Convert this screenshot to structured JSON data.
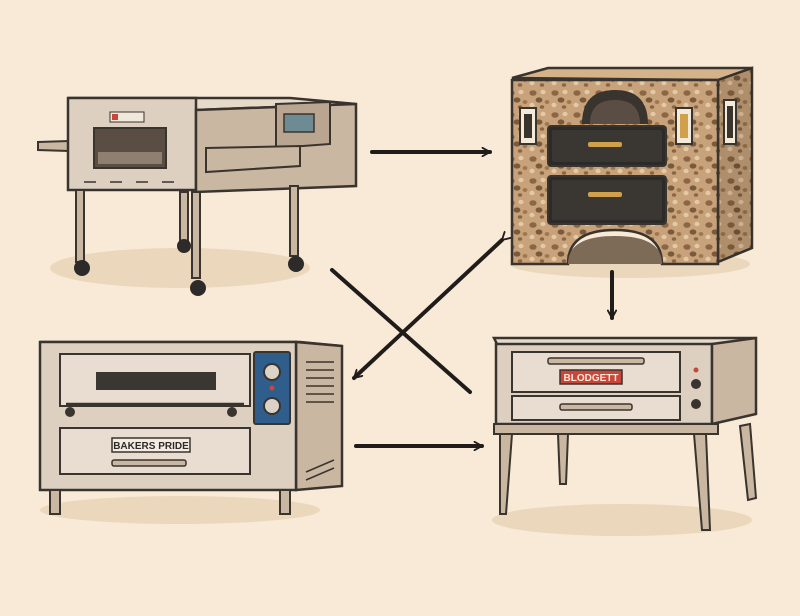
{
  "colors": {
    "background": "#f8ead6",
    "steel_light": "#ddd0c1",
    "steel_mid": "#c9b7a2",
    "steel_dark": "#a99580",
    "outline": "#3a342e",
    "arrow": "#1f1c1a",
    "stone_base": "#c8a27a",
    "stone_spot": "#7a5a3c",
    "door_black": "#2d2b29",
    "handle_gold": "#d0a04a",
    "control_blue": "#2f5d8c",
    "brand_red": "#c9473a"
  },
  "nodes": [
    {
      "id": "conveyor_oven",
      "kind": "conveyor-pizza-oven",
      "brand": "",
      "badge_text": "",
      "panel_icon": "control-panel-icon"
    },
    {
      "id": "brick_oven",
      "kind": "stone-deck-oven",
      "brand": "",
      "badge_text": "",
      "panel_icon": "dome-icon"
    },
    {
      "id": "bakers_pride_oven",
      "kind": "electric-deck-oven",
      "brand": "BAKERS PRIDE",
      "badge_text": "BAKERS PRIDE",
      "panel_icon": "knob-icon"
    },
    {
      "id": "blodgett_oven",
      "kind": "gas-deck-oven",
      "brand": "BLODGETT",
      "badge_text": "BLODGETT",
      "panel_icon": "dial-icon"
    }
  ],
  "edges": [
    {
      "from": "conveyor_oven",
      "to": "brick_oven"
    },
    {
      "from": "conveyor_oven",
      "to": "blodgett_oven"
    },
    {
      "from": "brick_oven",
      "to": "blodgett_oven"
    },
    {
      "from": "brick_oven",
      "to": "bakers_pride_oven"
    },
    {
      "from": "bakers_pride_oven",
      "to": "blodgett_oven"
    }
  ]
}
